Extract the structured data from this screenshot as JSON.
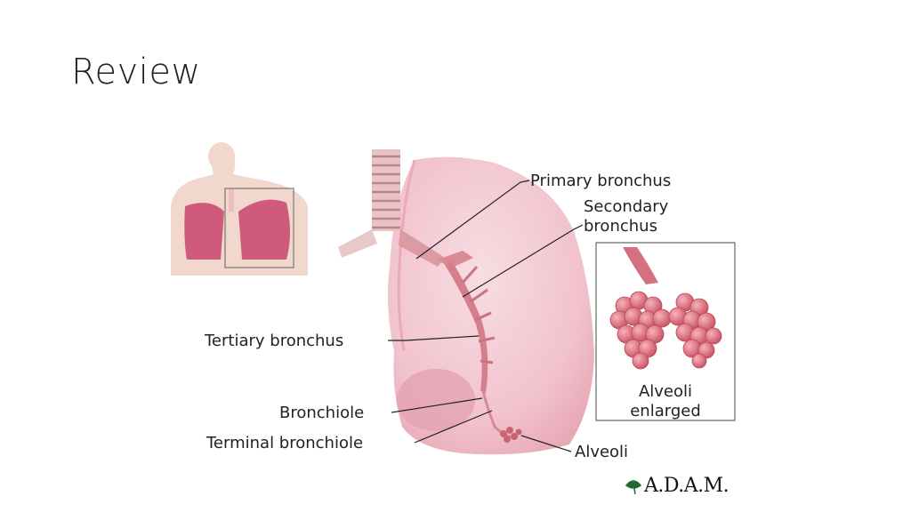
{
  "slide": {
    "title": "Review"
  },
  "diagram": {
    "labels": {
      "primary_bronchus": "Primary bronchus",
      "secondary_bronchus_line1": "Secondary",
      "secondary_bronchus_line2": "bronchus",
      "tertiary_bronchus": "Tertiary bronchus",
      "bronchiole": "Bronchiole",
      "terminal_bronchiole": "Terminal bronchiole",
      "alveoli": "Alveoli",
      "inset_caption_line1": "Alveoli",
      "inset_caption_line2": "enlarged"
    },
    "credit": "A.D.A.M.",
    "colors": {
      "lung": "#f3c6cf",
      "lung_shade": "#e9a9b6",
      "airway": "#d98a95",
      "alveoli": "#d56a78",
      "text": "#222222"
    }
  }
}
